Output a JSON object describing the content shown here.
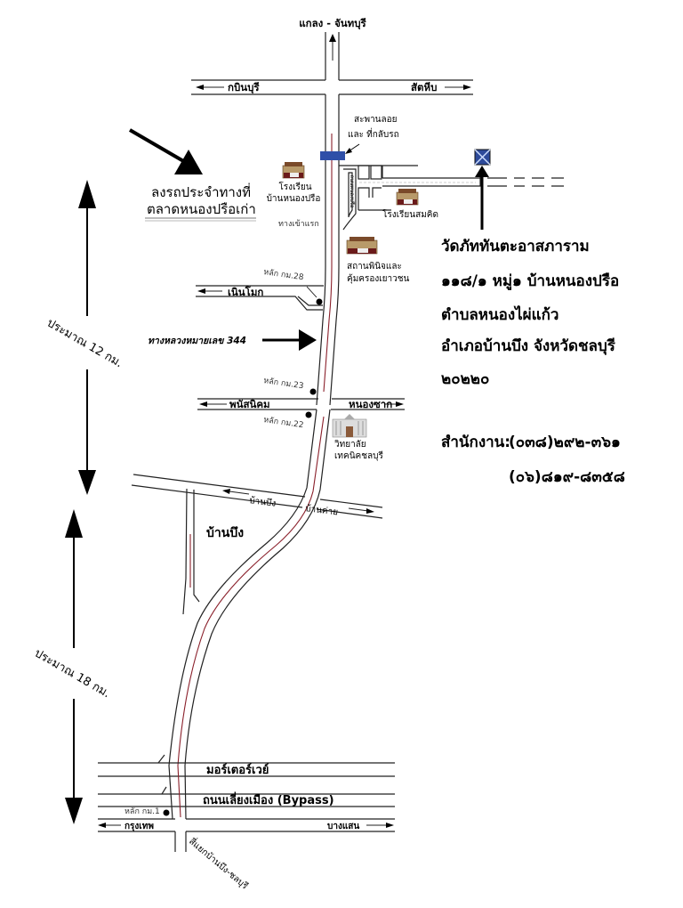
{
  "directions": {
    "north": "แกลง - จันทบุรี",
    "west_top": "กบินบุรี",
    "east_top": "สัตหีบ",
    "bridge": [
      "สะพานลอย",
      "และ ที่กลับรถ"
    ],
    "bus_stop": [
      "ลงรถประจำทางที่",
      "ตลาดหนองปรือเก่า"
    ],
    "school1": [
      "โรงเรียน",
      "บ้านหนองปรือ"
    ],
    "school1_entry": "ทางเข้าแรก",
    "loop_road": "ถนนหนองปรือ",
    "school2": "โรงเรียนสมคิด",
    "police": [
      "สถานพินิจและ",
      "คุ้มครองเยาวชน"
    ],
    "km28": "หลัก กม.28",
    "west_mid": "เนินโมก",
    "highway": "ทางหลวงหมายเลข 344",
    "km23": "หลัก กม.23",
    "west_low": "พนัสนิคม",
    "east_low": "หนองซาก",
    "km22": "หลัก กม.22",
    "college": [
      "วิทยาลัย",
      "เทคนิคชลบุรี"
    ],
    "road_banbueng": "บ้านบึง",
    "road_bankhai": "บ้านค่าย",
    "town": "บ้านบึง",
    "dist1": "ประมาณ 12 กม.",
    "dist2": "ประมาณ 18 กม.",
    "motorway": "มอร์เตอร์เวย์",
    "bypass": "ถนนเลี่ยงเมือง (Bypass)",
    "km1": "หลัก กม.1",
    "west_bottom": "กรุงเทพ",
    "east_bottom": "บางแสน",
    "junction": "สี่แยกบ้านบึง-ชลบุรี"
  },
  "address": {
    "line1": "วัดภัททันตะอาสภาราม",
    "line2": "๑๑๘/๑ หมู่๑ บ้านหนองปรือ",
    "line3": "ตำบลหนองไผ่แก้ว",
    "line4": "อำเภอบ้านบึง จังหวัดชลบุรี",
    "line5": "๒๐๒๒๐",
    "phone_label": "สำนักงาน:",
    "phone1": "(๐๓๘)๒๙๒-๓๖๑",
    "phone2": "(๐๖)๘๑๙-๘๓๕๘"
  },
  "colors": {
    "bridge": "#2f4fa8",
    "temple": "#2d4a9a",
    "centerline": "#8a1f2a"
  }
}
